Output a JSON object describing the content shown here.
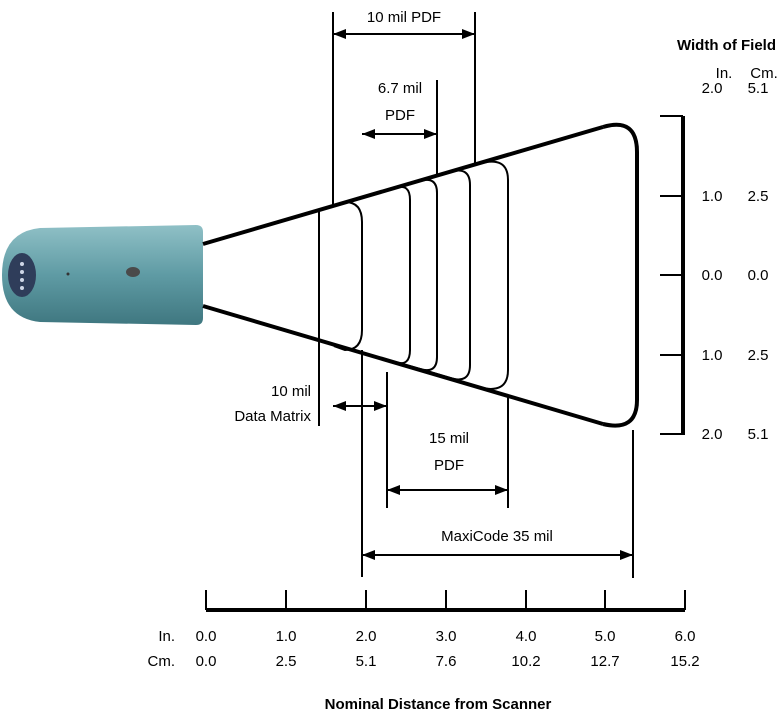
{
  "labels": {
    "pdf10": "10 mil PDF",
    "pdf67_l1": "6.7 mil",
    "pdf67_l2": "PDF",
    "dm_l1": "10 mil",
    "dm_l2": "Data Matrix",
    "pdf15_l1": "15 mil",
    "pdf15_l2": "PDF",
    "maxicode": "MaxiCode 35 mil"
  },
  "width_of_field": {
    "title": "Width of Field",
    "unit_in": "In.",
    "unit_cm": "Cm.",
    "rows": [
      {
        "inch": "2.0",
        "cm": "5.1"
      },
      {
        "inch": "1.0",
        "cm": "2.5"
      },
      {
        "inch": "0.0",
        "cm": "0.0"
      },
      {
        "inch": "1.0",
        "cm": "2.5"
      },
      {
        "inch": "2.0",
        "cm": "5.1"
      }
    ]
  },
  "distance_axis": {
    "title": "Nominal Distance from Scanner",
    "unit_in": "In.",
    "unit_cm": "Cm.",
    "inch": [
      "0.0",
      "1.0",
      "2.0",
      "3.0",
      "4.0",
      "5.0",
      "6.0"
    ],
    "cm": [
      "0.0",
      "2.5",
      "5.1",
      "7.6",
      "10.2",
      "12.7",
      "15.2"
    ]
  },
  "colors": {
    "scanner_body": "#5f9ba4",
    "scanner_window": "#2f3d5a",
    "line": "#000000"
  }
}
